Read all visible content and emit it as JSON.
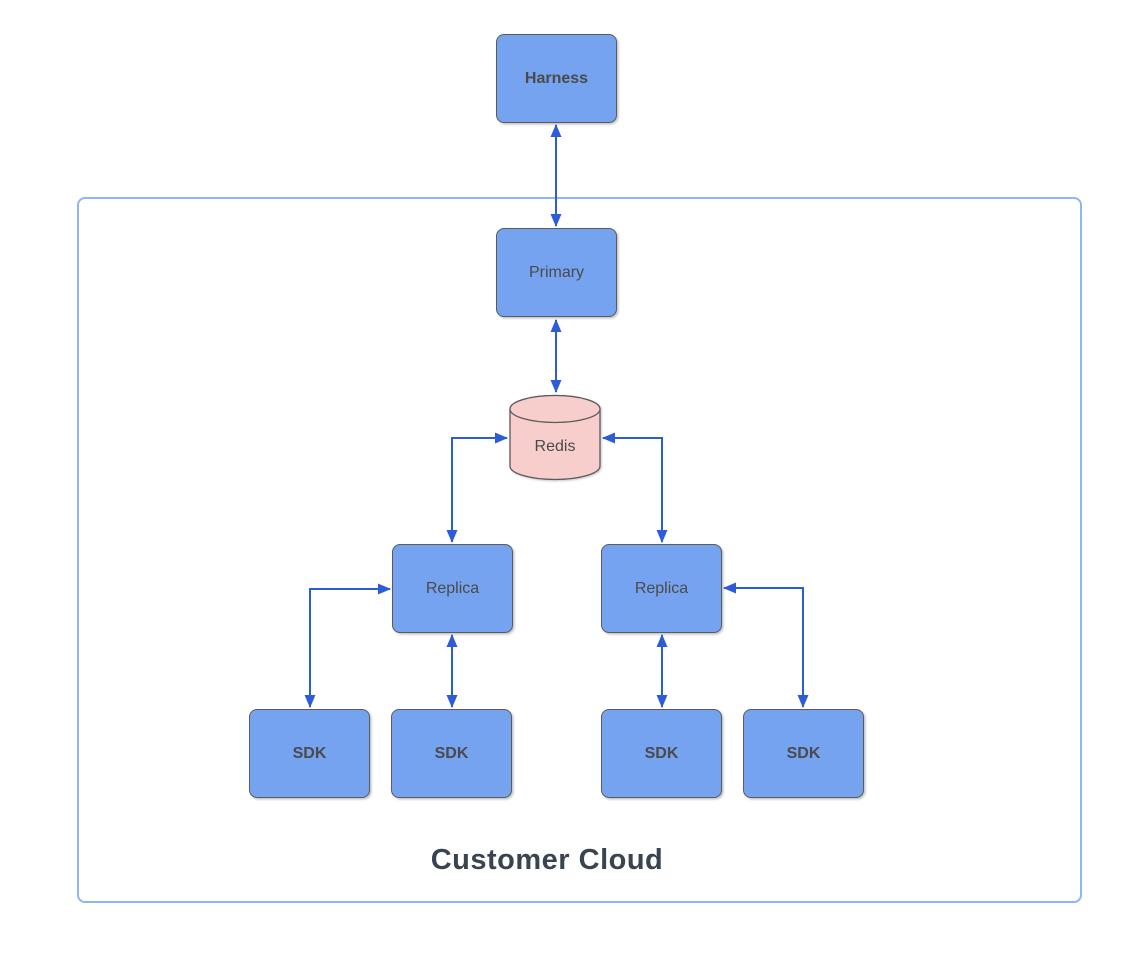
{
  "diagram": {
    "title": "Customer Cloud",
    "nodes": {
      "harness": {
        "label": "Harness",
        "shape": "rect",
        "fill": "#76A3F0",
        "emphasis": "bold"
      },
      "primary": {
        "label": "Primary",
        "shape": "rect",
        "fill": "#76A3F0",
        "emphasis": "regular"
      },
      "redis": {
        "label": "Redis",
        "shape": "cylinder",
        "fill": "#F8CECC",
        "emphasis": "regular"
      },
      "replica_left": {
        "label": "Replica",
        "shape": "rect",
        "fill": "#76A3F0",
        "emphasis": "regular"
      },
      "replica_right": {
        "label": "Replica",
        "shape": "rect",
        "fill": "#76A3F0",
        "emphasis": "regular"
      },
      "sdk_outer_left": {
        "label": "SDK",
        "shape": "rect",
        "fill": "#76A3F0",
        "emphasis": "bold"
      },
      "sdk_inner_left": {
        "label": "SDK",
        "shape": "rect",
        "fill": "#76A3F0",
        "emphasis": "bold"
      },
      "sdk_inner_right": {
        "label": "SDK",
        "shape": "rect",
        "fill": "#76A3F0",
        "emphasis": "bold"
      },
      "sdk_outer_right": {
        "label": "SDK",
        "shape": "rect",
        "fill": "#76A3F0",
        "emphasis": "bold"
      }
    },
    "edges": [
      {
        "from": "Harness",
        "to": "Primary",
        "style": "bidirectional-arrow"
      },
      {
        "from": "Primary",
        "to": "Redis",
        "style": "bidirectional-arrow"
      },
      {
        "from": "Redis",
        "to": "Replica (left)",
        "style": "bidirectional-arrow, elbow"
      },
      {
        "from": "Redis",
        "to": "Replica (right)",
        "style": "bidirectional-arrow, elbow"
      },
      {
        "from": "Replica (left)",
        "to": "SDK (outer left)",
        "style": "bidirectional-arrow, elbow"
      },
      {
        "from": "Replica (left)",
        "to": "SDK (inner left)",
        "style": "bidirectional-arrow"
      },
      {
        "from": "Replica (right)",
        "to": "SDK (inner right)",
        "style": "bidirectional-arrow"
      },
      {
        "from": "Replica (right)",
        "to": "SDK (outer right)",
        "style": "bidirectional-arrow, elbow"
      }
    ],
    "boundary_label": "Customer Cloud",
    "colors": {
      "node_fill": "#76A3F0",
      "node_border": "#5B5B5B",
      "redis_fill": "#F8CECC",
      "arrow": "#2D5CD8",
      "boundary": "#8FB5F5",
      "label": "#4A4A4A",
      "title": "#3A4450",
      "bg": "#FFFFFF"
    }
  }
}
